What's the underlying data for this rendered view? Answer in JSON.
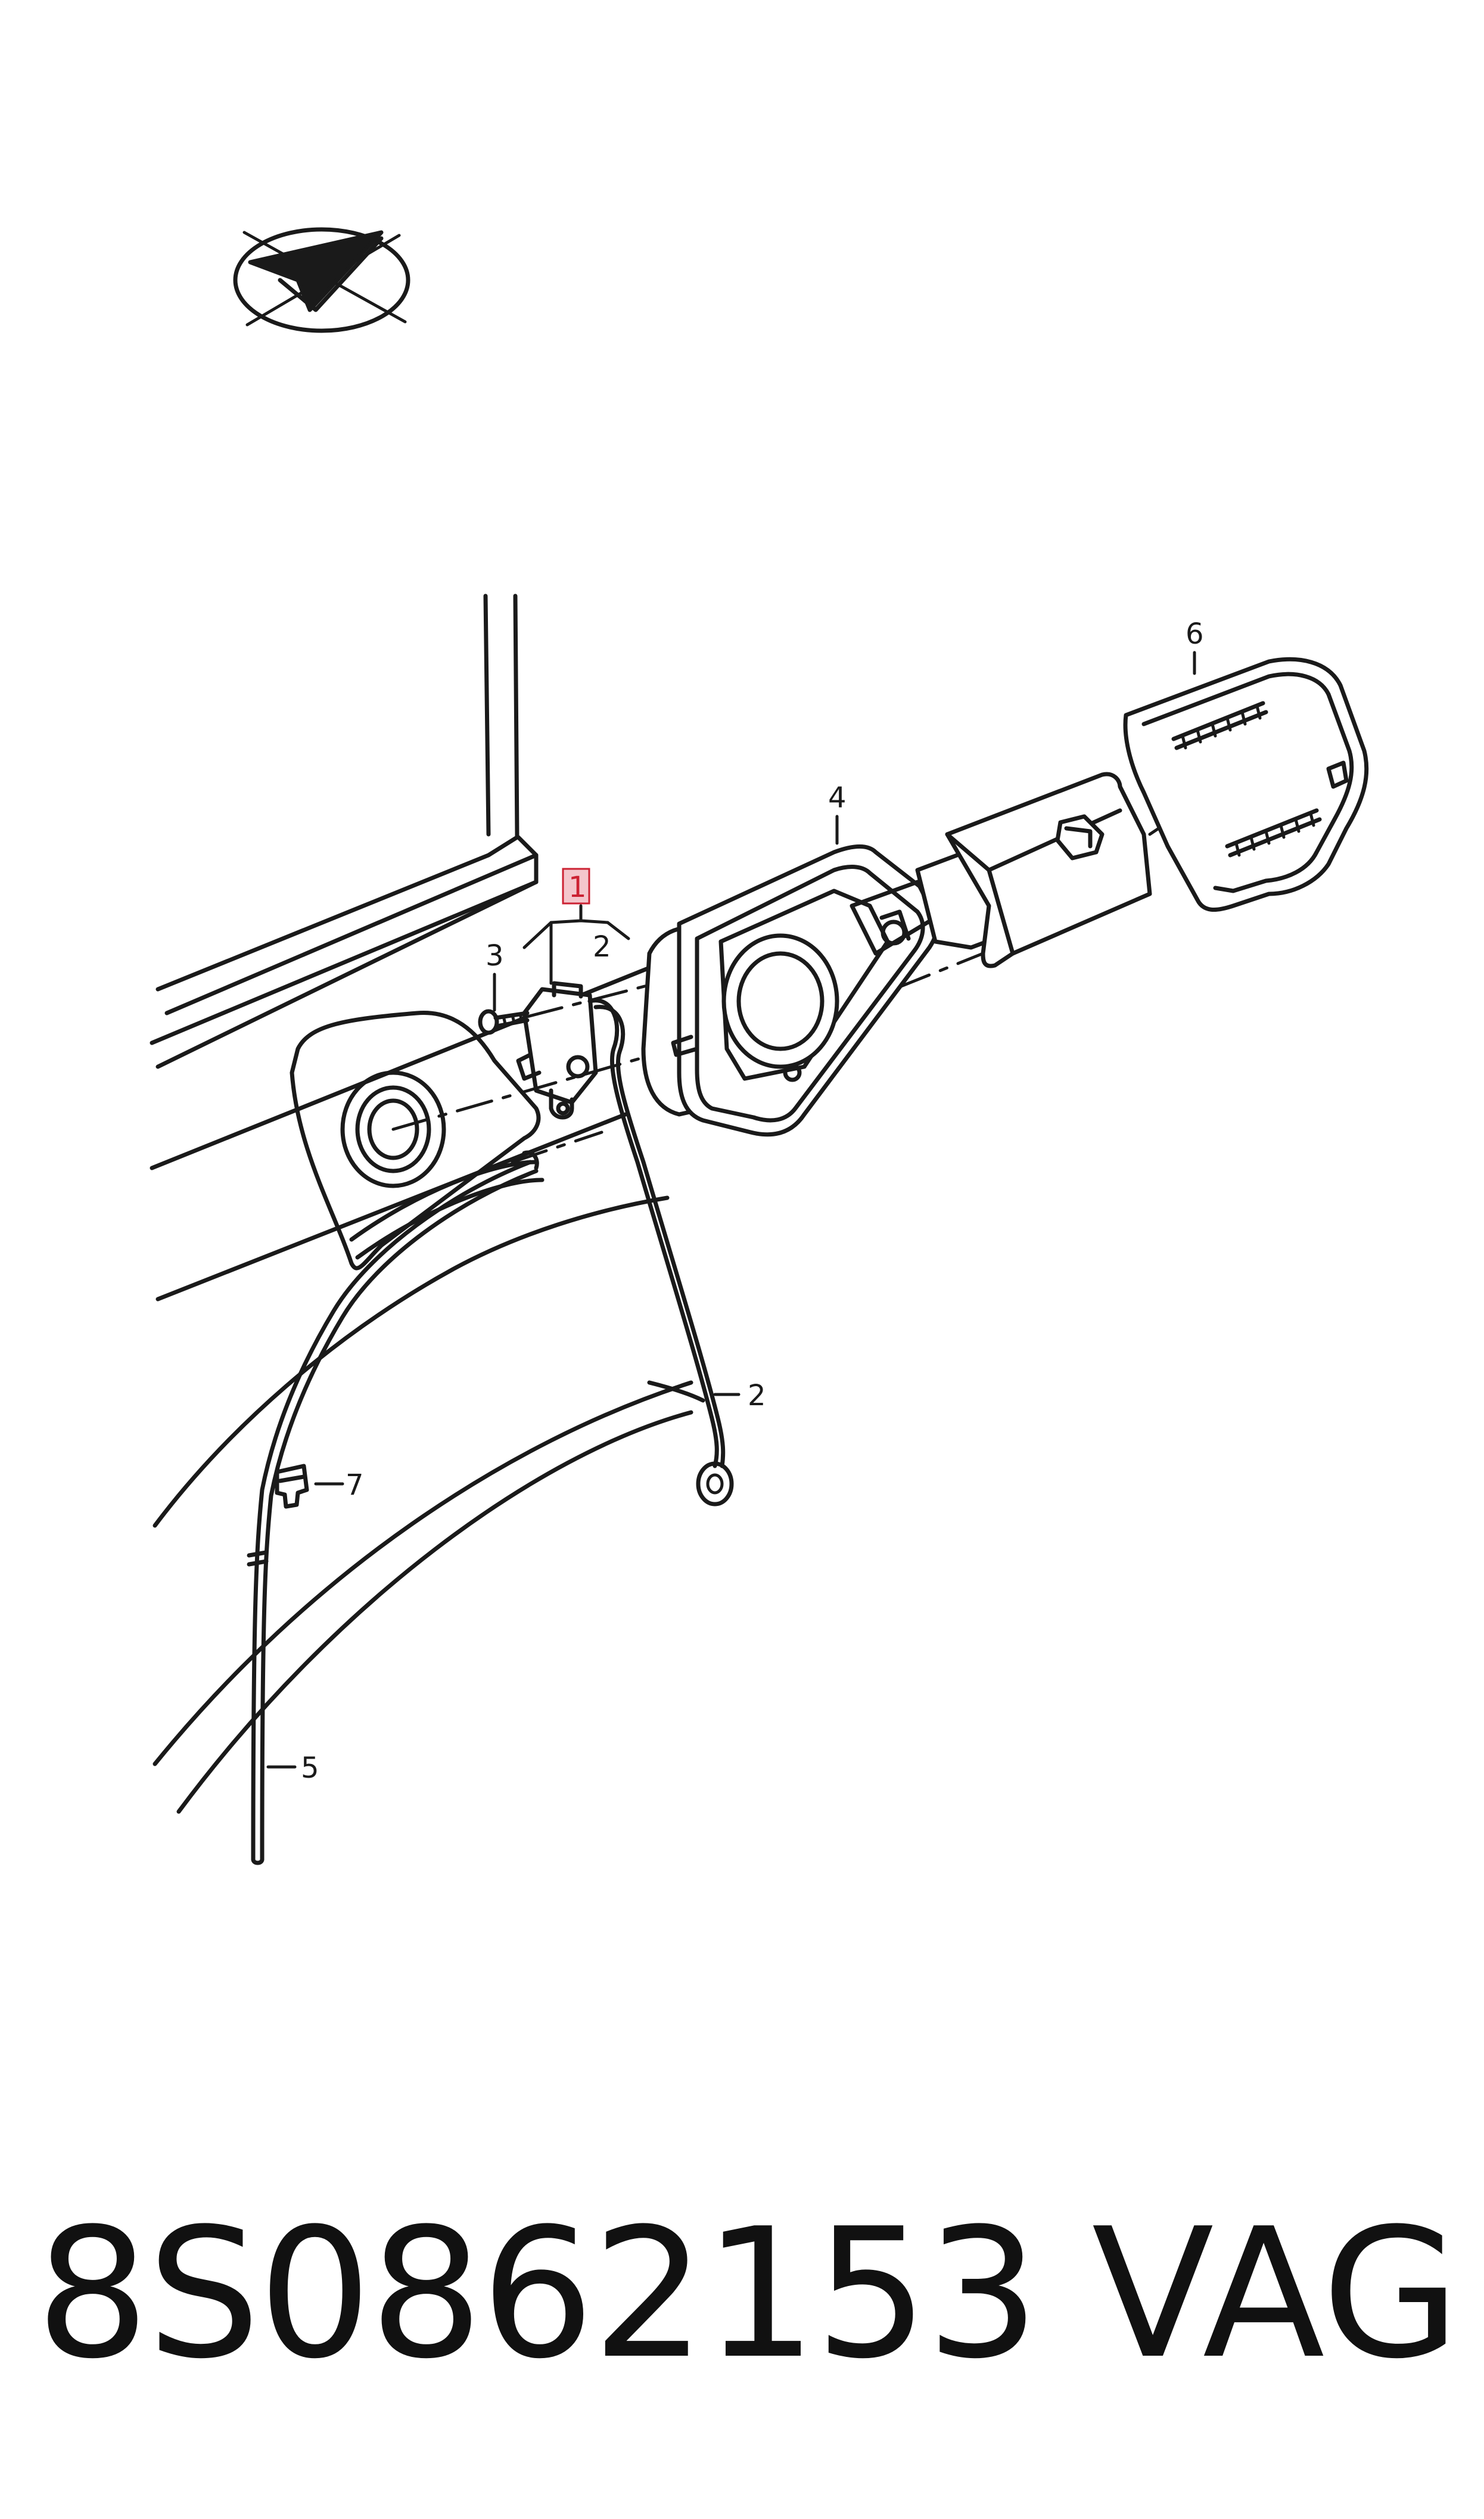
{
  "callouts": {
    "c1": "1",
    "c2a": "2",
    "c2b": "2",
    "c3": "3",
    "c4": "4",
    "c5": "5",
    "c6": "6",
    "c7": "7"
  },
  "footer": {
    "part_number": "8S0862153",
    "brand": "VAG"
  },
  "colors": {
    "line": "#1a1a1a",
    "highlight_box": "#f4c6cc",
    "highlight_border": "#cc2233"
  }
}
